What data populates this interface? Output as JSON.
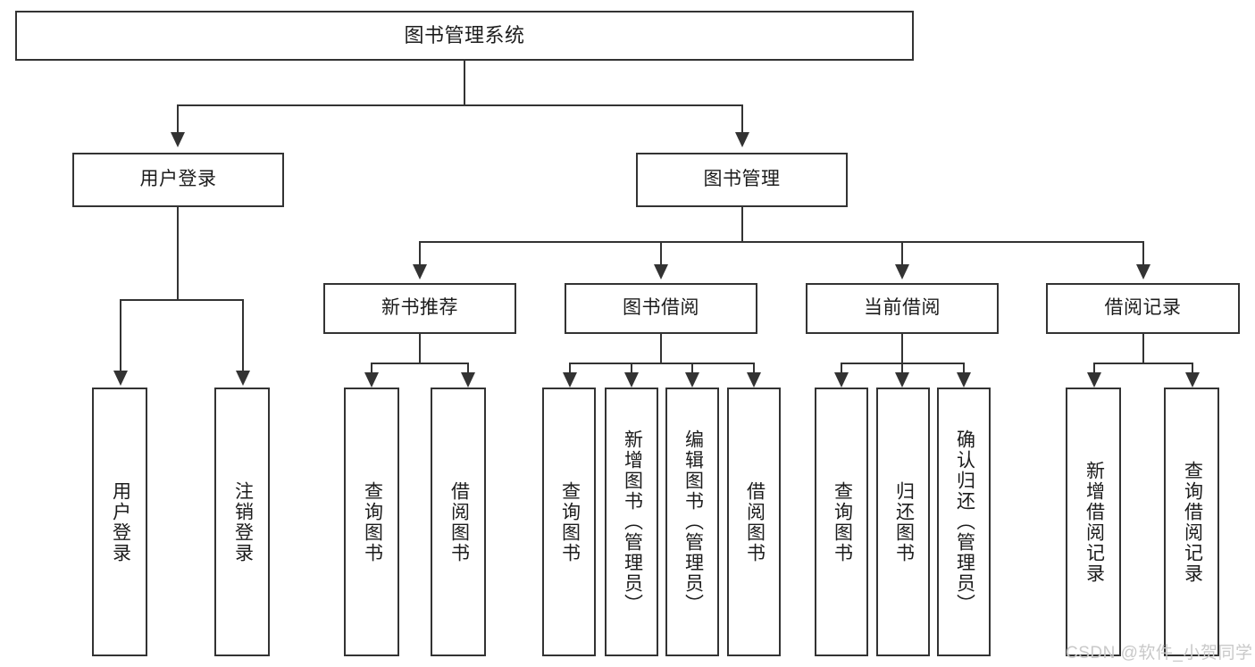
{
  "diagram": {
    "type": "tree-hierarchy",
    "title": "图书管理系统",
    "root": {
      "label": "图书管理系统"
    },
    "level2": [
      {
        "id": "user-login",
        "label": "用户登录"
      },
      {
        "id": "book-management",
        "label": "图书管理"
      }
    ],
    "level3": [
      {
        "id": "new-book-recommend",
        "label": "新书推荐",
        "parent": "book-management"
      },
      {
        "id": "book-borrow",
        "label": "图书借阅",
        "parent": "book-management"
      },
      {
        "id": "current-borrow",
        "label": "当前借阅",
        "parent": "book-management"
      },
      {
        "id": "borrow-record",
        "label": "借阅记录",
        "parent": "book-management"
      }
    ],
    "leaves": [
      {
        "id": "leaf-user-login",
        "label": "用户登录",
        "parent": "user-login"
      },
      {
        "id": "leaf-logout-login",
        "label": "注销登录",
        "parent": "user-login"
      },
      {
        "id": "leaf-query-book-1",
        "label": "查询图书",
        "parent": "new-book-recommend"
      },
      {
        "id": "leaf-borrow-book-1",
        "label": "借阅图书",
        "parent": "new-book-recommend"
      },
      {
        "id": "leaf-query-book-2",
        "label": "查询图书",
        "parent": "book-borrow"
      },
      {
        "id": "leaf-add-book",
        "label": "新增图书（管理员）",
        "parent": "book-borrow"
      },
      {
        "id": "leaf-edit-book",
        "label": "编辑图书（管理员）",
        "parent": "book-borrow"
      },
      {
        "id": "leaf-borrow-book-2",
        "label": "借阅图书",
        "parent": "book-borrow"
      },
      {
        "id": "leaf-query-book-3",
        "label": "查询图书",
        "parent": "current-borrow"
      },
      {
        "id": "leaf-return-book",
        "label": "归还图书",
        "parent": "current-borrow"
      },
      {
        "id": "leaf-confirm-return",
        "label": "确认归还（管理员）",
        "parent": "current-borrow"
      },
      {
        "id": "leaf-add-record",
        "label": "新增借阅记录",
        "parent": "borrow-record"
      },
      {
        "id": "leaf-query-record",
        "label": "查询借阅记录",
        "parent": "borrow-record"
      }
    ]
  },
  "watermark": {
    "text": "CSDN @软件_小贺同学"
  },
  "colors": {
    "stroke": "#333333",
    "background": "#ffffff",
    "text": "#1c1c1c",
    "watermark": "#c9c9c9"
  }
}
